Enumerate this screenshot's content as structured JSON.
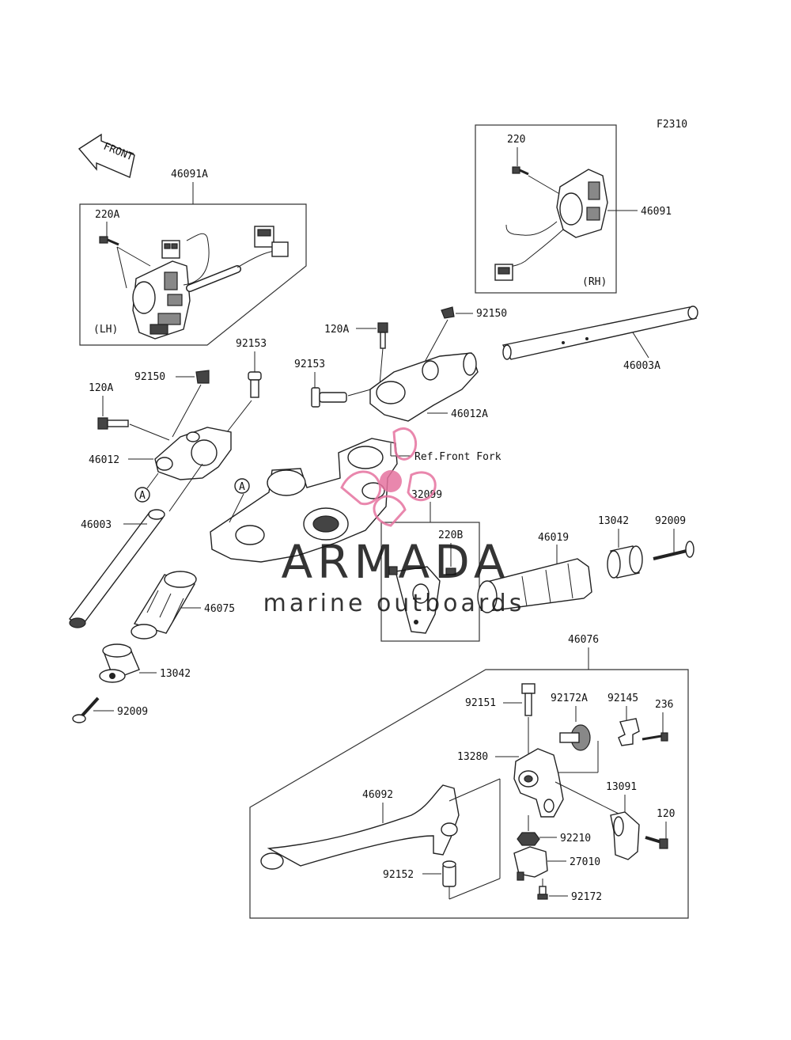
{
  "figure_code": "F2310",
  "front_arrow_text": "FRONT",
  "labels": {
    "l46091A": "46091A",
    "l220A": "220A",
    "lLH": "(LH)",
    "l220": "220",
    "l46091": "46091",
    "lRH": "(RH)",
    "l120A_top": "120A",
    "l92150_top": "92150",
    "l46003A": "46003A",
    "l92153_left": "92153",
    "l92153_mid": "92153",
    "l92150_left": "92150",
    "l120A_left": "120A",
    "l46012A": "46012A",
    "l46012": "46012",
    "lRef": "Ref.Front Fork",
    "lA1": "A",
    "lA2": "A",
    "l32099": "32099",
    "l46003": "46003",
    "l220B": "220B",
    "l46019": "46019",
    "l13042_right": "13042",
    "l92009_right": "92009",
    "l46075": "46075",
    "l13042_left": "13042",
    "l92009_left": "92009",
    "l46076": "46076",
    "l92151": "92151",
    "l92172A": "92172A",
    "l92145": "92145",
    "l236": "236",
    "l13280": "13280",
    "l46092": "46092",
    "l13091": "13091",
    "l120": "120",
    "l92210": "92210",
    "l27010": "27010",
    "l92152": "92152",
    "l92172": "92172"
  },
  "watermark": {
    "brand": "ARMADA",
    "tagline": "marine outboards",
    "color_text": "#6b6b6b",
    "color_logo": "#e6739f"
  }
}
